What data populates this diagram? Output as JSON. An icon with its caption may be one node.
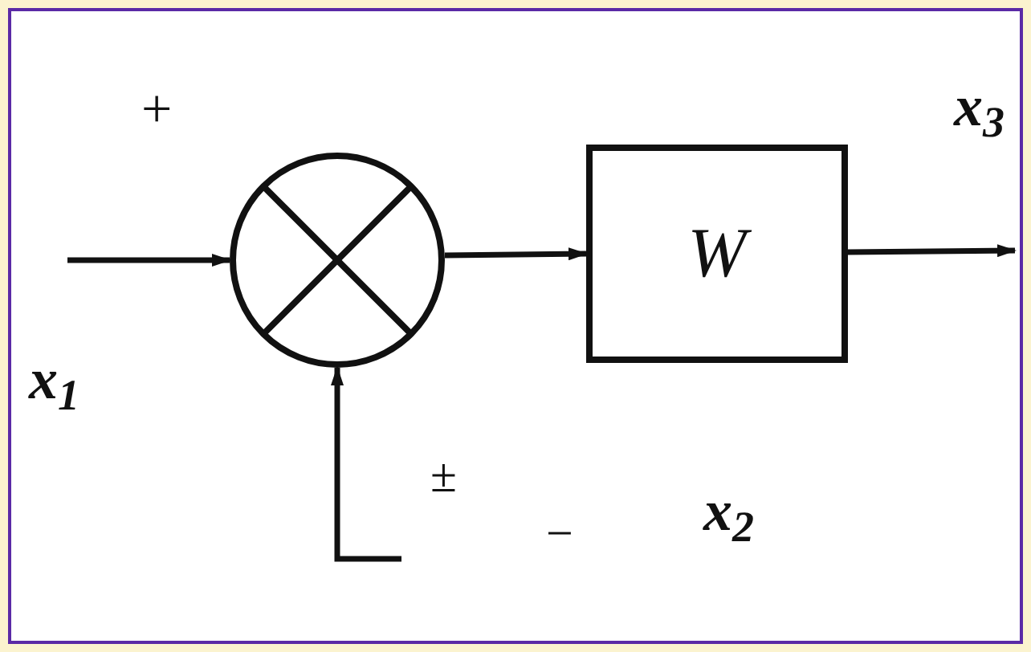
{
  "diagram": {
    "nodes": [
      {
        "text": [],
        "shape": "circle"
      },
      {
        "text": [
          "W"
        ]
      }
    ],
    "edges": [
      {
        "from": null,
        "to": 0,
        "arrow": "to"
      },
      {
        "from": 0,
        "to": 1,
        "arrow": "to"
      },
      {
        "from": 1,
        "to": null,
        "arrow": "to"
      },
      {
        "from": null,
        "to": 0,
        "arrow": "to"
      }
    ],
    "labels": [
      "+",
      "x$_{3}$",
      "x$_{1}$",
      "±",
      "−",
      "x$_{2}$"
    ]
  }
}
